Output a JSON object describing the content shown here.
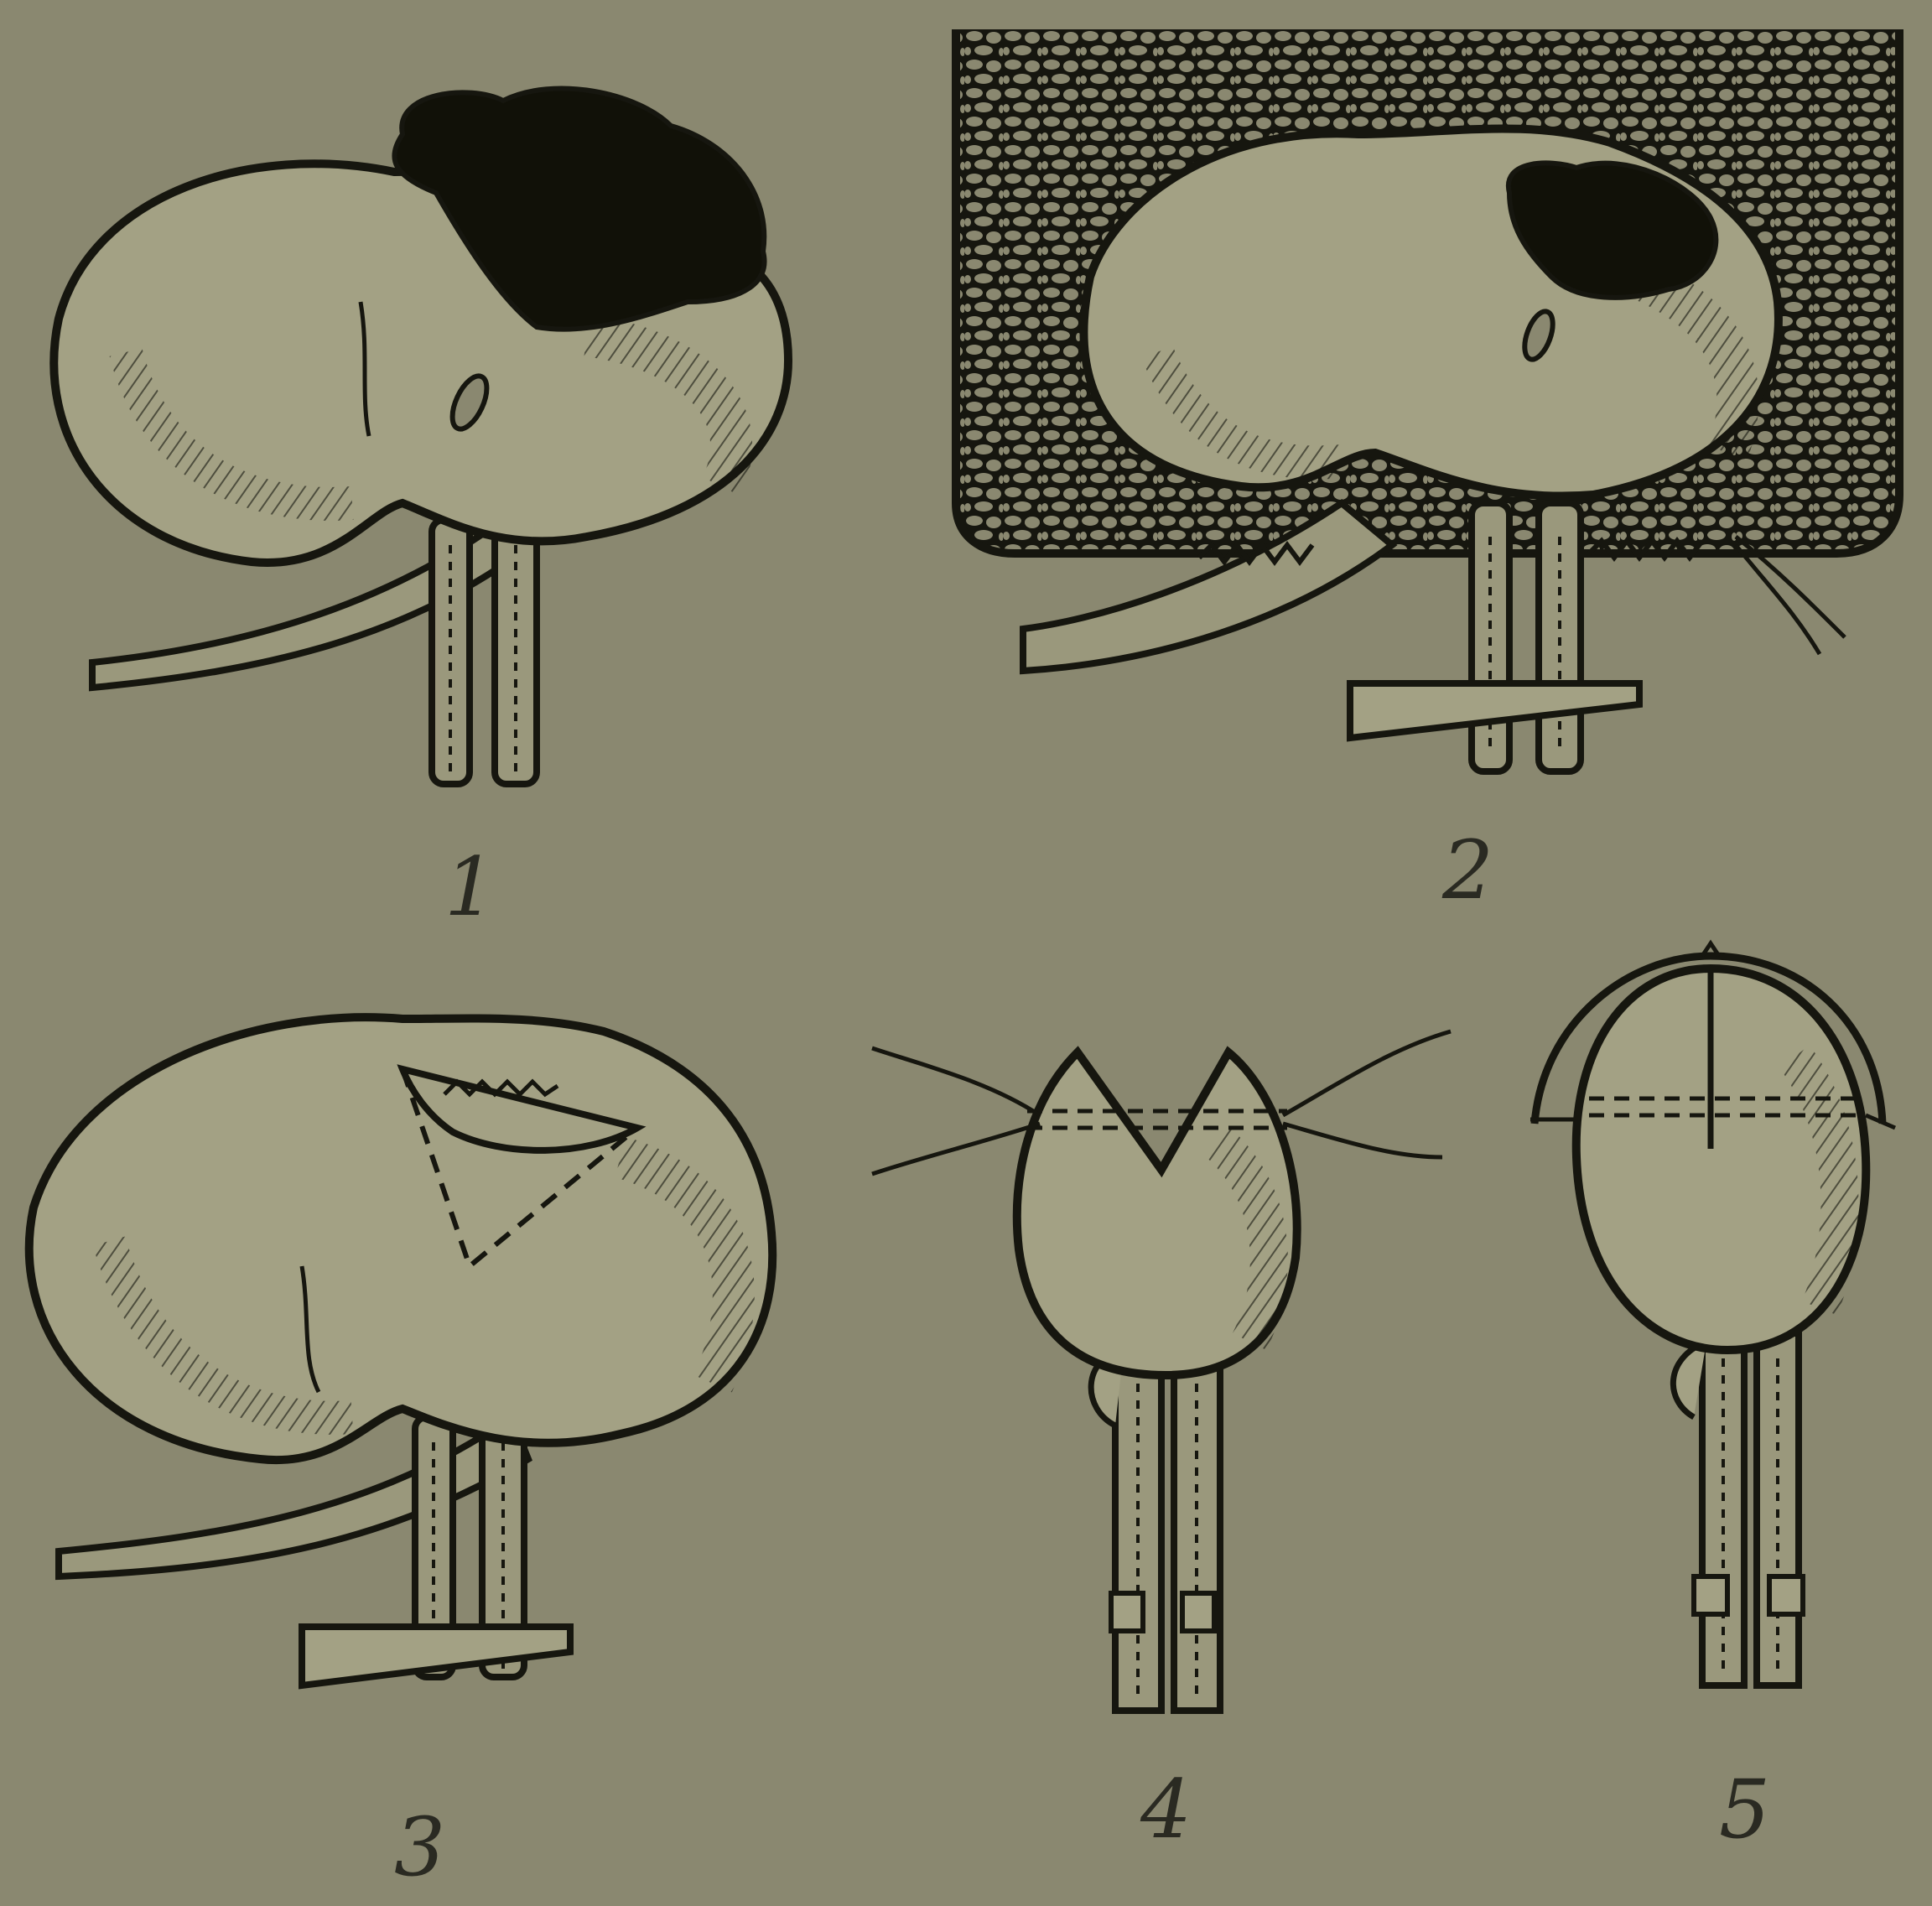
{
  "figures": [
    {
      "id": "1",
      "label": "1"
    },
    {
      "id": "2",
      "label": "2"
    },
    {
      "id": "3",
      "label": "3"
    },
    {
      "id": "4",
      "label": "4"
    },
    {
      "id": "5",
      "label": "5"
    }
  ],
  "colors": {
    "background": "#8a8870",
    "ink": "#16160f",
    "organ_fill": "#a3a184",
    "tumor": "#111108"
  }
}
